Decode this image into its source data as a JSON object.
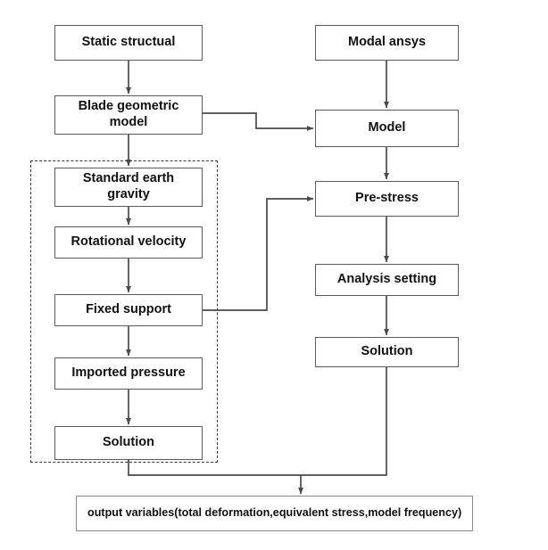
{
  "diagram": {
    "title": "Blade static structural and modal analysis flowchart",
    "background_color": "#ffffff",
    "node_border_color": "#5b5b5b",
    "group_border_color": "#3a3a3a",
    "connector_color": "#4a4a4a",
    "left_column": {
      "static_structural": "Static structual",
      "blade_geometric_model": "Blade geometric\nmodel",
      "blade_geometric_model_line1": "Blade geometric",
      "blade_geometric_model_line2": "model",
      "standard_earth_gravity_line1": "Standard earth",
      "standard_earth_gravity_line2": "gravity",
      "rotational_velocity": "Rotational velocity",
      "fixed_support": "Fixed support",
      "imported_pressure": "Imported pressure",
      "solution": "Solution"
    },
    "right_column": {
      "modal_ansys": "Modal ansys",
      "model": "Model",
      "pre_stress": "Pre-stress",
      "analysis_setting": "Analysis setting",
      "solution": "Solution"
    },
    "output": {
      "label": "output variables(total deformation,equivalent stress,model frequency)"
    },
    "group_box": {
      "style": "dashed",
      "contains": [
        "Standard earth gravity",
        "Rotational velocity",
        "Fixed support",
        "Imported pressure",
        "Solution"
      ]
    },
    "connections": [
      {
        "from": "Static structual",
        "to": "Blade geometric model",
        "type": "arrow-down"
      },
      {
        "from": "Blade geometric model",
        "to": "Standard earth gravity",
        "type": "arrow-down"
      },
      {
        "from": "Blade geometric model",
        "to": "Model",
        "type": "elbow-right"
      },
      {
        "from": "Standard earth gravity",
        "to": "Rotational velocity",
        "type": "arrow-down"
      },
      {
        "from": "Rotational velocity",
        "to": "Fixed support",
        "type": "arrow-down"
      },
      {
        "from": "Fixed support",
        "to": "Imported pressure",
        "type": "arrow-down"
      },
      {
        "from": "Fixed support",
        "to": "Pre-stress",
        "type": "elbow-right-up"
      },
      {
        "from": "Imported pressure",
        "to": "Solution",
        "type": "arrow-down"
      },
      {
        "from": "Modal ansys",
        "to": "Model",
        "type": "arrow-down"
      },
      {
        "from": "Model",
        "to": "Pre-stress",
        "type": "arrow-down"
      },
      {
        "from": "Pre-stress",
        "to": "Analysis setting",
        "type": "arrow-down"
      },
      {
        "from": "Analysis setting",
        "to": "Solution",
        "type": "arrow-down"
      },
      {
        "from": "Solution (left)",
        "to": "output variables",
        "type": "elbow-merge-down"
      },
      {
        "from": "Solution (right)",
        "to": "output variables",
        "type": "elbow-merge-down"
      }
    ]
  }
}
